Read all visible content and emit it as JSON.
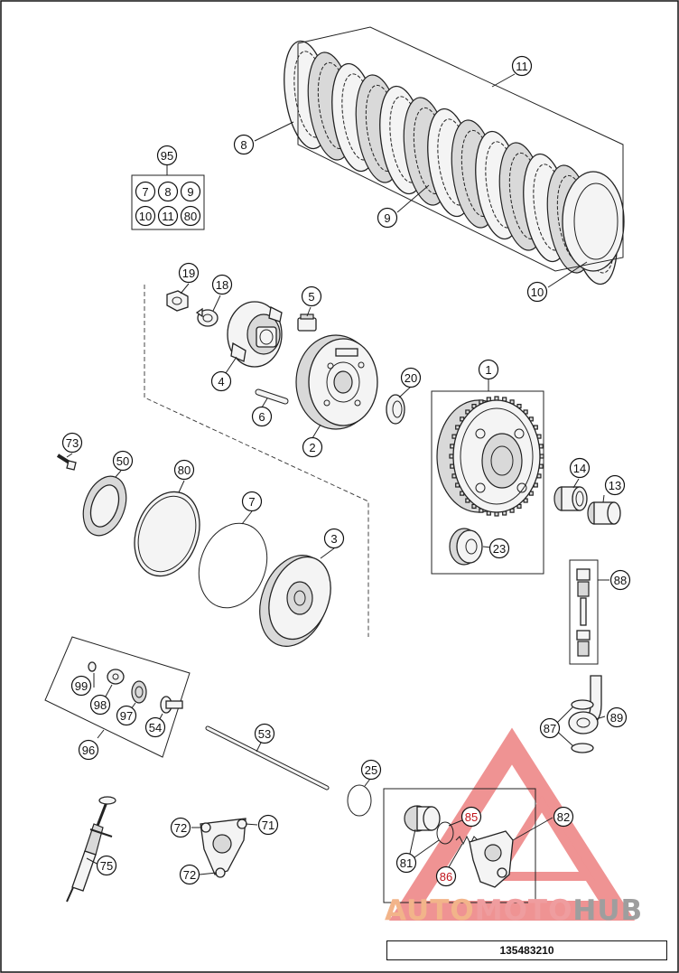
{
  "diagram": {
    "catalog_number": "135483210",
    "kit_contents": [
      "7",
      "8",
      "9",
      "10",
      "11",
      "80"
    ],
    "watermark": {
      "part1": "AUTO",
      "part2": "MOTO",
      "part3": "HUB"
    },
    "labels": {
      "p1": "1",
      "p2": "2",
      "p3": "3",
      "p4": "4",
      "p5": "5",
      "p6": "6",
      "p7": "7",
      "p8": "8",
      "p9": "9",
      "p10": "10",
      "p11": "11",
      "p13": "13",
      "p14": "14",
      "p18": "18",
      "p19": "19",
      "p20": "20",
      "p23": "23",
      "p25": "25",
      "p50": "50",
      "p53": "53",
      "p54": "54",
      "p71": "71",
      "p72a": "72",
      "p72b": "72",
      "p73": "73",
      "p75": "75",
      "p80": "80",
      "p81": "81",
      "p82": "82",
      "p85": "85",
      "p86": "86",
      "p87": "87",
      "p88": "88",
      "p89": "89",
      "p95": "95",
      "p96": "96",
      "p97": "97",
      "p98": "98",
      "p99": "99"
    }
  }
}
